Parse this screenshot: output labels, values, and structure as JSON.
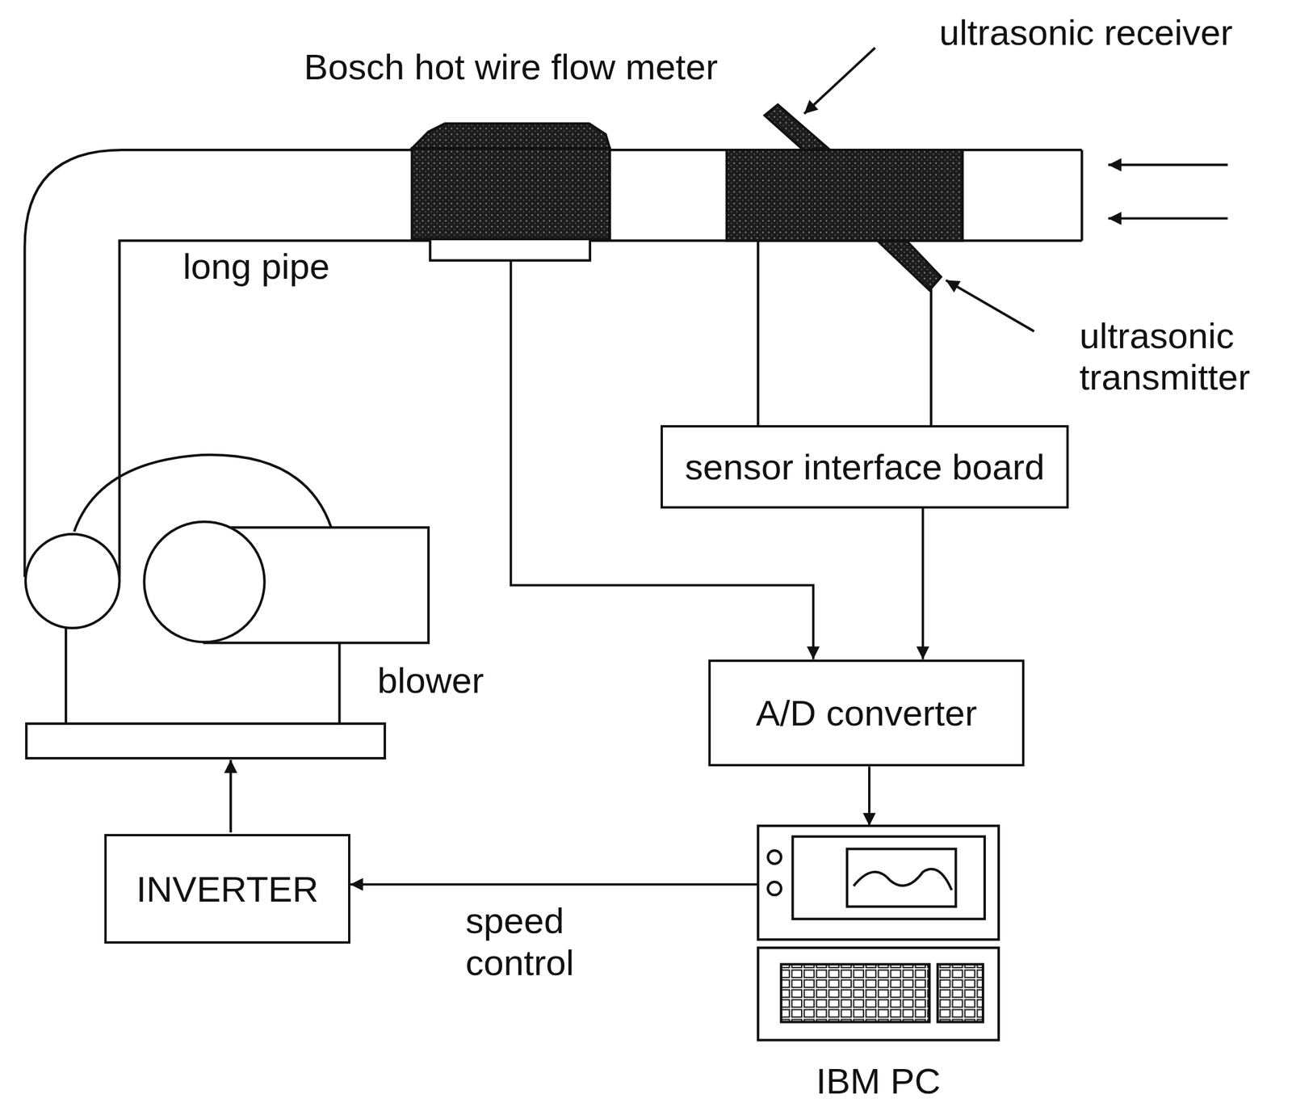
{
  "diagram": {
    "nodes": [
      {
        "text": [
          "Bosch hot wire flow meter"
        ]
      },
      {
        "text": [
          "sensor interface board"
        ]
      },
      {
        "text": [
          "A/D converter"
        ]
      },
      {
        "text": [
          "IBM PC"
        ]
      },
      {
        "text": [
          "INVERTER"
        ]
      }
    ],
    "edges": [
      {
        "from": 0,
        "to": 2,
        "arrow": "to"
      },
      {
        "from": 1,
        "to": 2,
        "arrow": "to"
      },
      {
        "from": 2,
        "to": 3,
        "arrow": "to"
      },
      {
        "from": 3,
        "to": 4,
        "arrow": "to",
        "label": "speed control"
      }
    ],
    "labels": [
      "ultrasonic receiver",
      "long pipe",
      "ultrasonic transmitter",
      "blower"
    ]
  }
}
